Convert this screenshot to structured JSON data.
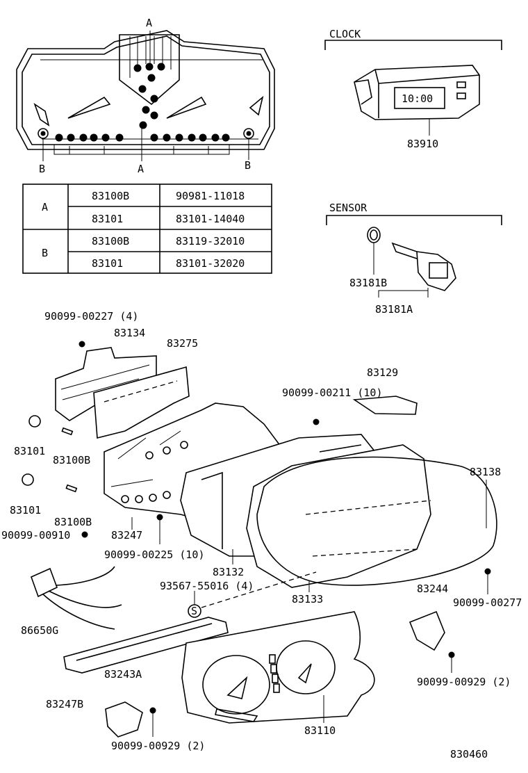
{
  "cluster_callouts": {
    "a_top": "A",
    "a_bottom": "A",
    "b_left": "B",
    "b_right": "B"
  },
  "bulb_table": {
    "rows": [
      {
        "group": "A",
        "part": "83100B",
        "number": "90981-11018"
      },
      {
        "group": "",
        "part": "83101",
        "number": "83101-14040"
      },
      {
        "group": "B",
        "part": "83100B",
        "number": "83119-32010"
      },
      {
        "group": "",
        "part": "83101",
        "number": "83101-32020"
      }
    ]
  },
  "clock": {
    "title": "CLOCK",
    "display": "10:00",
    "part": "83910"
  },
  "sensor": {
    "title": "SENSOR",
    "part_b": "83181B",
    "part_a": "83181A"
  },
  "parts": {
    "p90099_00227": "90099-00227 (4)",
    "p83134": "83134",
    "p83275": "83275",
    "p83129": "83129",
    "p90099_00211": "90099-00211 (10)",
    "p83101_a": "83101",
    "p83100b_a": "83100B",
    "p83101_b": "83101",
    "p83100b_b": "83100B",
    "p90099_00910": "90099-00910",
    "p83247": "83247",
    "p90099_00225": "90099-00225 (10)",
    "p83132": "83132",
    "p83138": "83138",
    "p93567": "93567-55016 (4)",
    "s_marker": "S",
    "p83133": "83133",
    "p83244": "83244",
    "p90099_00277": "90099-00277",
    "p86650g": "86650G",
    "p83243a": "83243A",
    "p83247b": "83247B",
    "p90099_00929_r": "90099-00929 (2)",
    "p90099_00929_l": "90099-00929 (2)",
    "p83110": "83110"
  },
  "figure_id": "830460"
}
